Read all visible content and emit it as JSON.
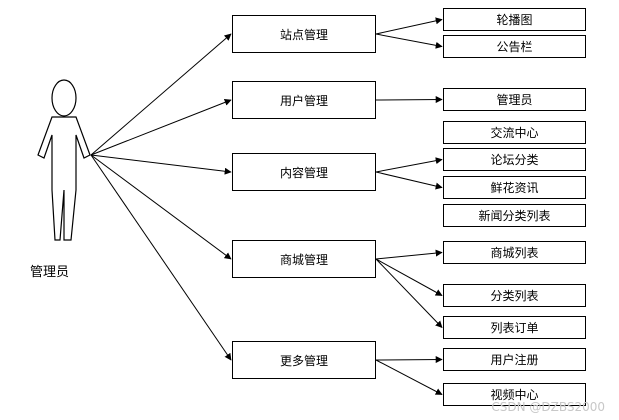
{
  "actor": {
    "label": "管理员"
  },
  "modules": [
    {
      "id": "site",
      "label": "站点管理",
      "children": [
        "轮播图",
        "公告栏"
      ]
    },
    {
      "id": "user",
      "label": "用户管理",
      "children": [
        "管理员"
      ]
    },
    {
      "id": "content",
      "label": "内容管理",
      "children": [
        "交流中心",
        "论坛分类",
        "鲜花资讯",
        "新闻分类列表"
      ]
    },
    {
      "id": "mall",
      "label": "商城管理",
      "children": [
        "商城列表",
        "分类列表",
        "列表订单"
      ]
    },
    {
      "id": "more",
      "label": "更多管理",
      "children": [
        "用户注册",
        "视频中心"
      ]
    }
  ],
  "watermark": "CSDN @DZBS2000"
}
